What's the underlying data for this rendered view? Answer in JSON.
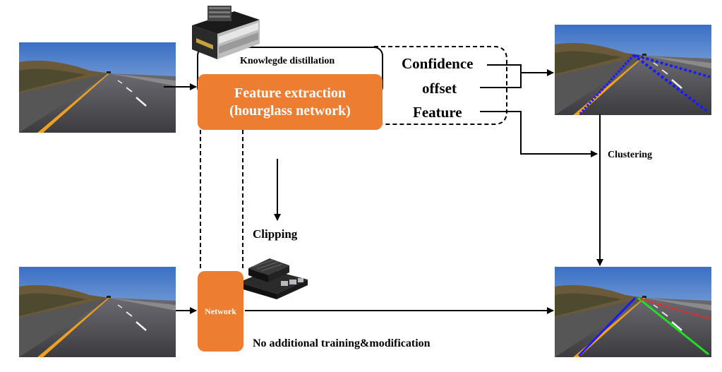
{
  "diagram": {
    "knowledge_distillation": "Knowlegde distillation",
    "feature_extraction_line1": "Feature extraction",
    "feature_extraction_line2": "(hourglass network)",
    "outputs": {
      "confidence": "Confidence",
      "offset": "offset",
      "feature": "Feature"
    },
    "clustering": "Clustering",
    "clipping": "Clipping",
    "network": "Network",
    "no_additional": "No additional training&modification"
  },
  "colors": {
    "box_orange": "#ED7D31",
    "lane_blue": "#1a1aff",
    "lane_green": "#22dd22",
    "lane_red": "#ff2020",
    "road_stripe": "#f0a020"
  },
  "icons": [
    "gpu-card-icon",
    "jetson-board-icon"
  ]
}
